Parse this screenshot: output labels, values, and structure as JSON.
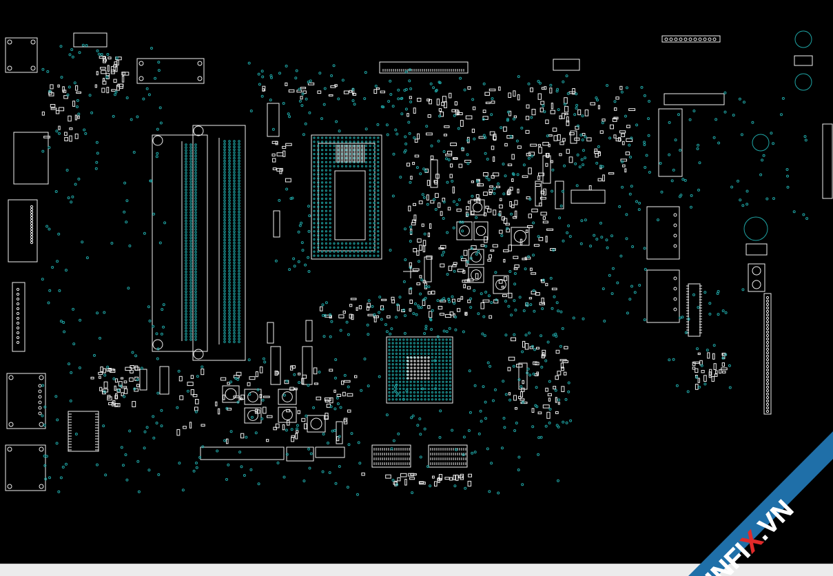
{
  "app": {
    "view": "boardview-pcb-layout"
  },
  "colors": {
    "background": "#000000",
    "outline": "#f2f2f2",
    "pin": "#1fa6a6",
    "status_bar": "#ececec",
    "watermark_blue": "#1f6fa8",
    "watermark_red": "#e02a2a"
  },
  "watermark": {
    "brand_a": "HNFI",
    "brand_x": "X",
    "brand_b": ".VN"
  }
}
